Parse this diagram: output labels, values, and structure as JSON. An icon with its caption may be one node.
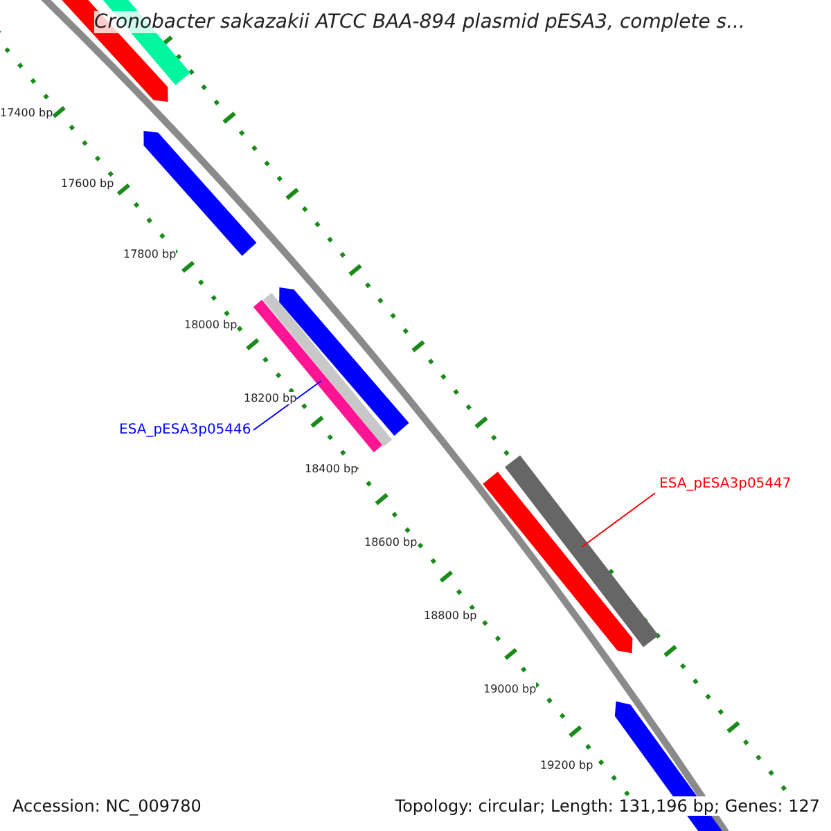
{
  "diagram": {
    "title": "Cronobacter sakazakii ATCC BAA-894 plasmid pESA3, complete s...",
    "nodes": [
      {
        "text": [
          "ESA_pESA3p05446"
        ]
      },
      {
        "text": [],
        "shape": "bar"
      },
      {
        "text": [
          "ESA_pESA3p05447"
        ]
      },
      {
        "text": [],
        "shape": "bar"
      }
    ],
    "edges": [
      {
        "from": 0,
        "to": 1,
        "arrow": "none",
        "color": "#0000ff"
      },
      {
        "from": 2,
        "to": 3,
        "arrow": "none",
        "color": "#ff0000"
      }
    ],
    "labels": [
      "17400 bp",
      "17600 bp",
      "17800 bp",
      "18000 bp",
      "18200 bp",
      "18400 bp",
      "18600 bp",
      "18800 bp",
      "19000 bp",
      "19200 bp",
      "Accession: NC_009780",
      "Topology: circular; Length: 131,196 bp; Genes: 127"
    ]
  }
}
